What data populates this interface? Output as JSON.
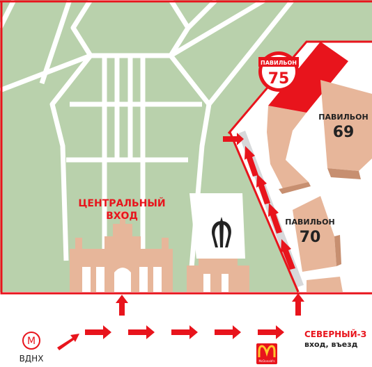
{
  "labels": {
    "central_entrance_line1": "ЦЕНТРАЛЬНЫЙ",
    "central_entrance_line2": "ВХОД",
    "pavilion_word": "ПАВИЛЬОН",
    "pavilion_75_number": "75",
    "pavilion_69_number": "69",
    "pavilion_70_number": "70",
    "north_entrance_line1": "СЕВЕРНЫЙ-З",
    "north_entrance_line2": "вход, въезд",
    "metro_letter": "М",
    "metro_station": "ВДНХ",
    "mcdonalds_text": "McDonald's"
  },
  "icons": {
    "metro": "metro-icon",
    "monument": "rocket-monument-icon",
    "mcdonalds": "mcdonalds-logo-icon"
  },
  "colors": {
    "park_green": "#b9d1ac",
    "path_white": "#ffffff",
    "building_tan": "#e7b69a",
    "building_shadow": "#c78f70",
    "highlight_red": "#e8141c",
    "route_red": "#e8141c",
    "road_gray": "#d7d8da",
    "border_red": "#e8141c"
  }
}
